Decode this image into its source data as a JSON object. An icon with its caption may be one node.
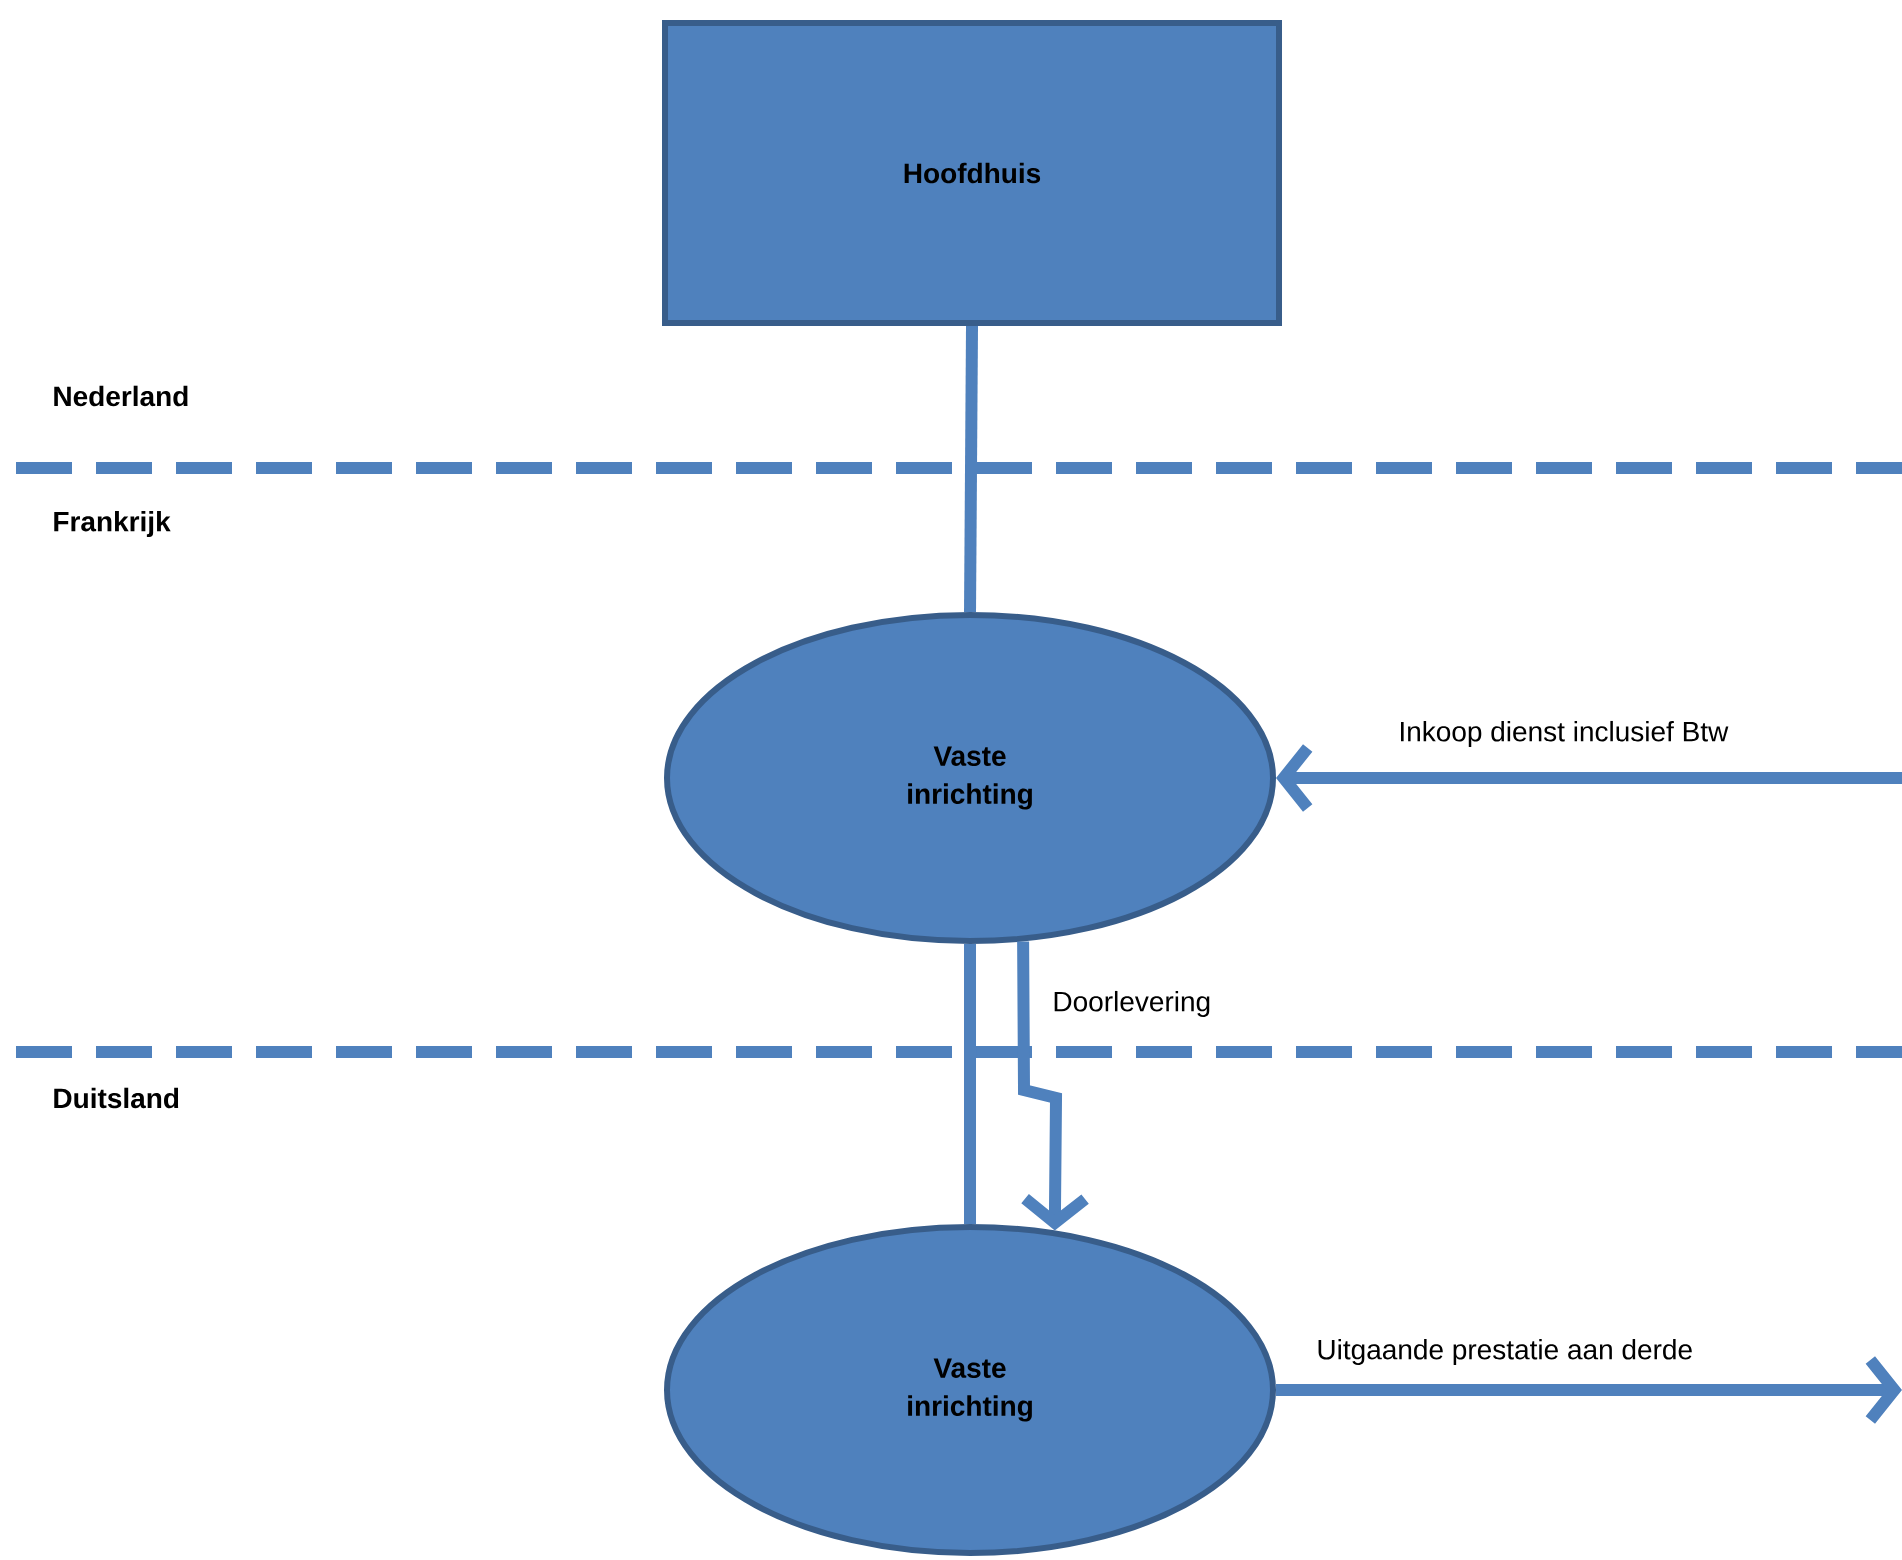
{
  "diagram": {
    "nodes": [
      {
        "text": [
          "Hoofdhuis"
        ]
      },
      {
        "text": [
          "Vaste inrichting"
        ]
      },
      {
        "text": [
          "Vaste inrichting"
        ]
      }
    ],
    "edges": [
      {
        "from": 0,
        "to": 1,
        "arrow": "none"
      },
      {
        "from": 1,
        "to": 2,
        "arrow": "none"
      },
      {
        "from": 1,
        "to": 2,
        "arrow": "to",
        "label": "Doorlevering"
      },
      {
        "from": null,
        "to": 1,
        "arrow": "to",
        "label": "Inkoop dienst inclusief Btw"
      },
      {
        "from": 2,
        "to": null,
        "arrow": "to",
        "label": "Uitgaande prestatie aan derde"
      }
    ],
    "labels": [
      "Nederland",
      "Frankrijk",
      "Duitsland"
    ]
  }
}
